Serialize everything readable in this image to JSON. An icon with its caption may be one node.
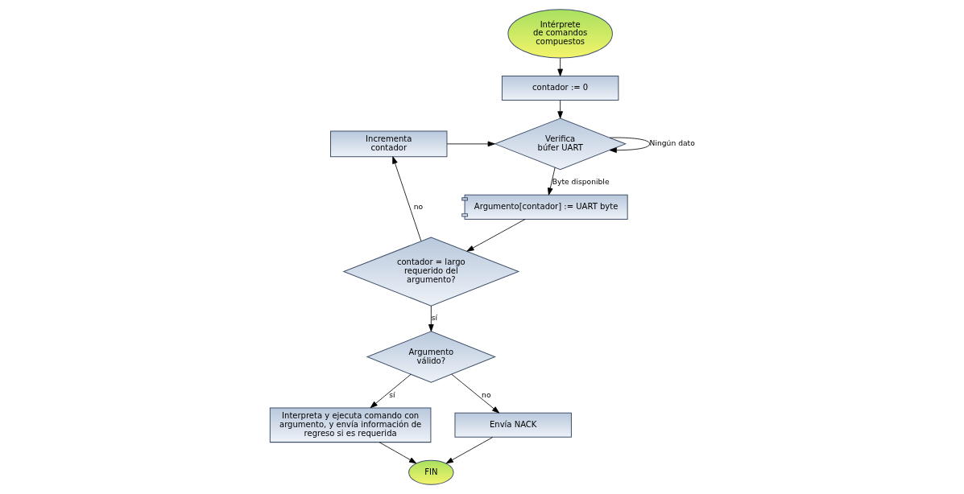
{
  "diagram": {
    "nodes": [
      {
        "text": [
          "Intérprete de comandos compuestos"
        ]
      },
      {
        "text": [
          "contador := 0"
        ]
      },
      {
        "text": [
          "Verifica búfer UART"
        ]
      },
      {
        "text": [
          "Incrementa contador"
        ]
      },
      {
        "text": [
          "Argumento[contador] := UART byte"
        ]
      },
      {
        "text": [
          "contador = largo requerido del argumento?"
        ]
      },
      {
        "text": [
          "Argumento válido?"
        ]
      },
      {
        "text": [
          "Interpreta y ejecuta comando con argumento, y envía información de regreso si es requerida"
        ]
      },
      {
        "text": [
          "Envía NACK"
        ]
      },
      {
        "text": [
          "FIN"
        ]
      }
    ],
    "edges": [
      {
        "from": 0,
        "to": 1,
        "arrow": "to"
      },
      {
        "from": 1,
        "to": 2,
        "arrow": "to"
      },
      {
        "from": 2,
        "to": 2,
        "arrow": "to",
        "label": "Ningún dato"
      },
      {
        "from": 3,
        "to": 2,
        "arrow": "to"
      },
      {
        "from": 2,
        "to": 4,
        "arrow": "to",
        "label": "Byte disponible"
      },
      {
        "from": 4,
        "to": 5,
        "arrow": "to"
      },
      {
        "from": 5,
        "to": 3,
        "arrow": "to",
        "label": "no"
      },
      {
        "from": 5,
        "to": 6,
        "arrow": "to",
        "label": "sí"
      },
      {
        "from": 6,
        "to": 7,
        "arrow": "to",
        "label": "sí"
      },
      {
        "from": 6,
        "to": 8,
        "arrow": "to",
        "label": "no"
      },
      {
        "from": 7,
        "to": 9,
        "arrow": "to"
      },
      {
        "from": 8,
        "to": 9,
        "arrow": "to"
      }
    ]
  }
}
